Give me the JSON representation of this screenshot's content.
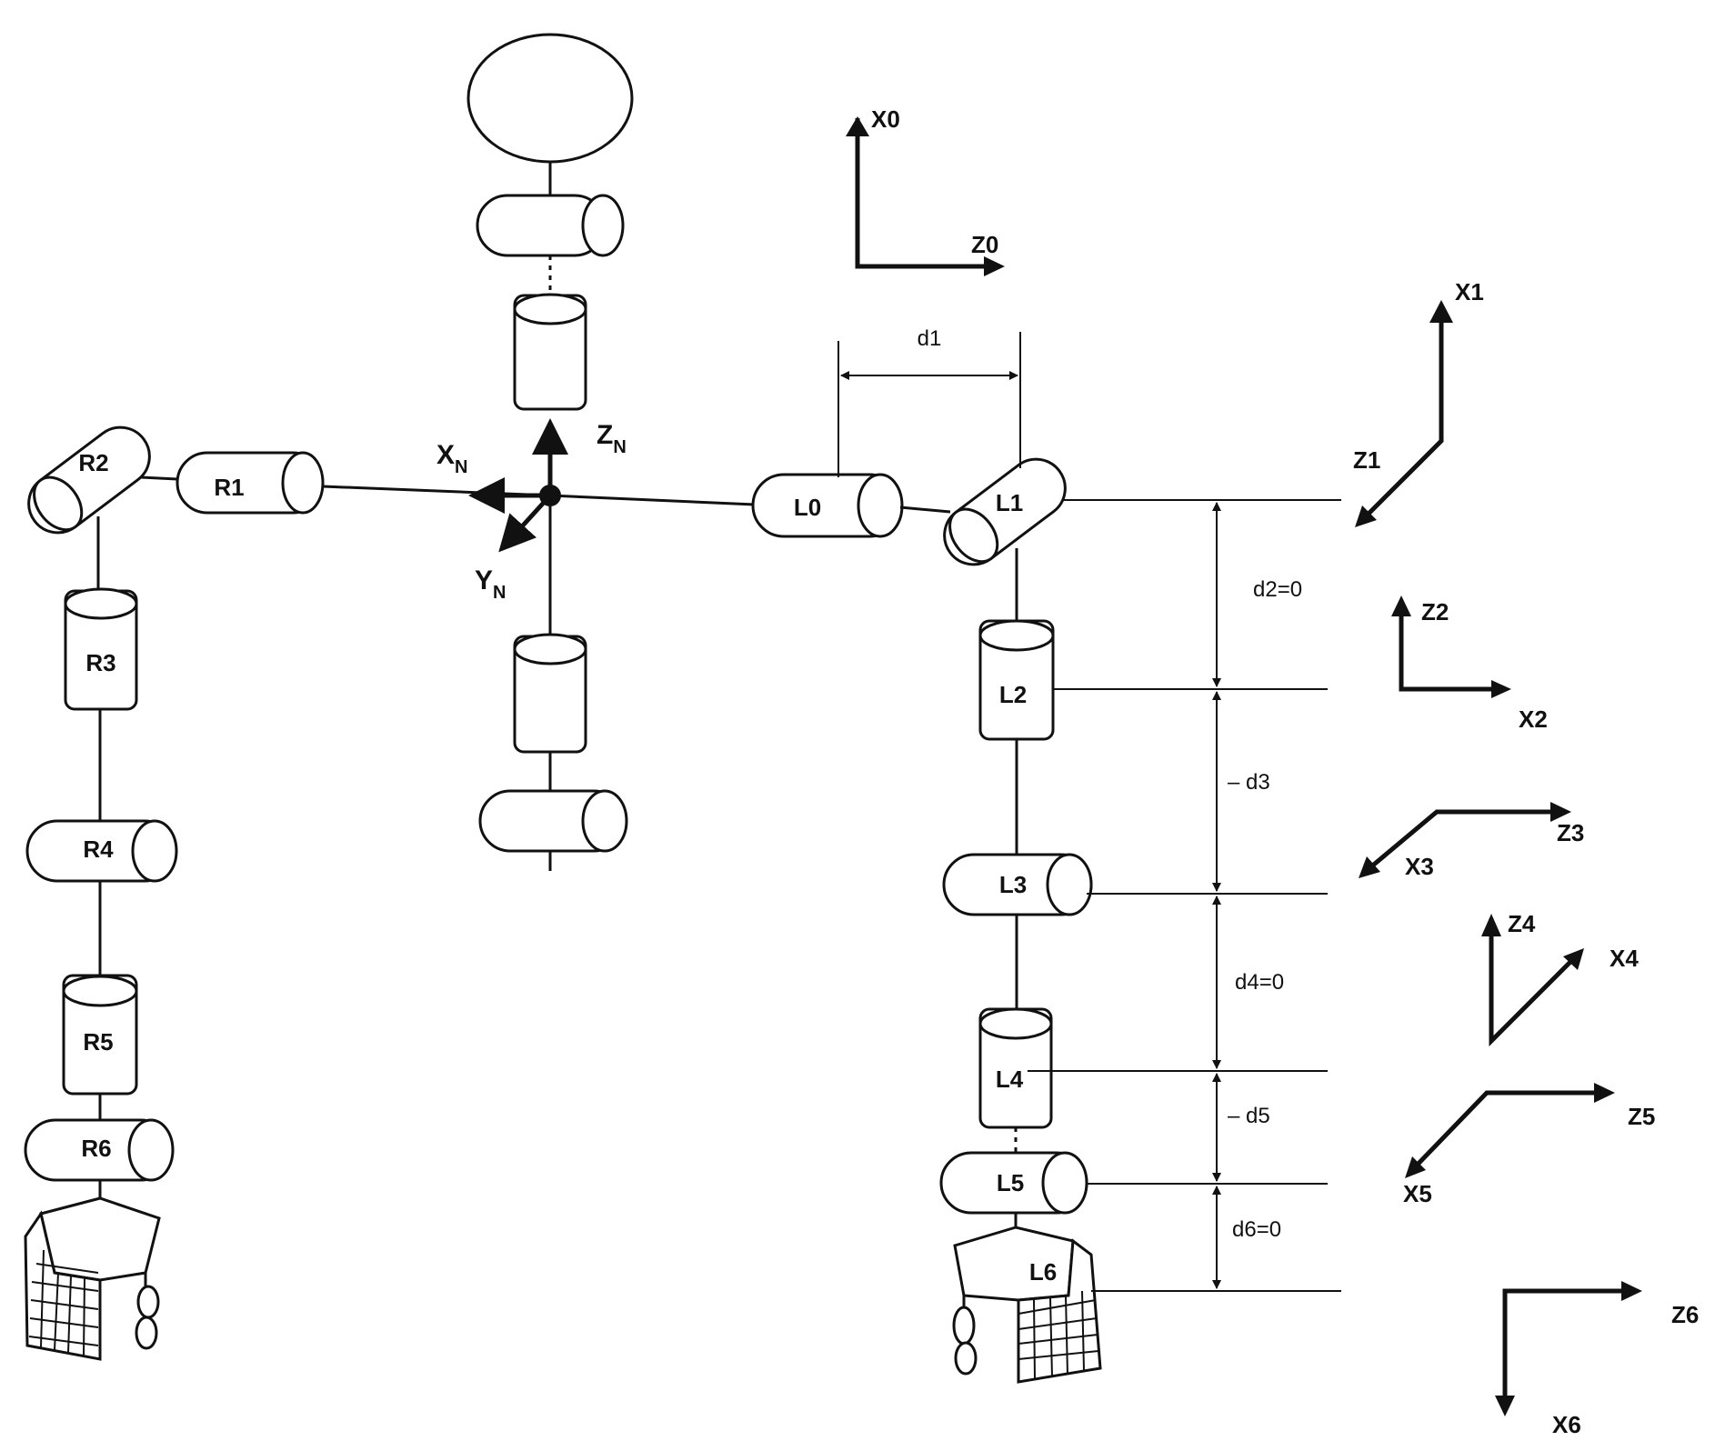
{
  "joints": {
    "right": [
      "R1",
      "R2",
      "R3",
      "R4",
      "R5",
      "R6"
    ],
    "left": [
      "L0",
      "L1",
      "L2",
      "L3",
      "L4",
      "L5",
      "L6"
    ]
  },
  "neck_frame": {
    "x": "X",
    "y": "Y",
    "z": "Z",
    "sub": "N"
  },
  "frames": {
    "f0": {
      "x": "X0",
      "z": "Z0"
    },
    "f1": {
      "x": "X1",
      "z": "Z1"
    },
    "f2": {
      "x": "X2",
      "z": "Z2"
    },
    "f3": {
      "x": "X3",
      "z": "Z3"
    },
    "f4": {
      "x": "X4",
      "z": "Z4"
    },
    "f5": {
      "x": "X5",
      "z": "Z5"
    },
    "f6": {
      "x": "X6",
      "z": "Z6"
    }
  },
  "dims": {
    "d1": "d1",
    "d2": "d2=0",
    "d3": "– d3",
    "d4": "d4=0",
    "d5": "– d5",
    "d6": "d6=0"
  }
}
